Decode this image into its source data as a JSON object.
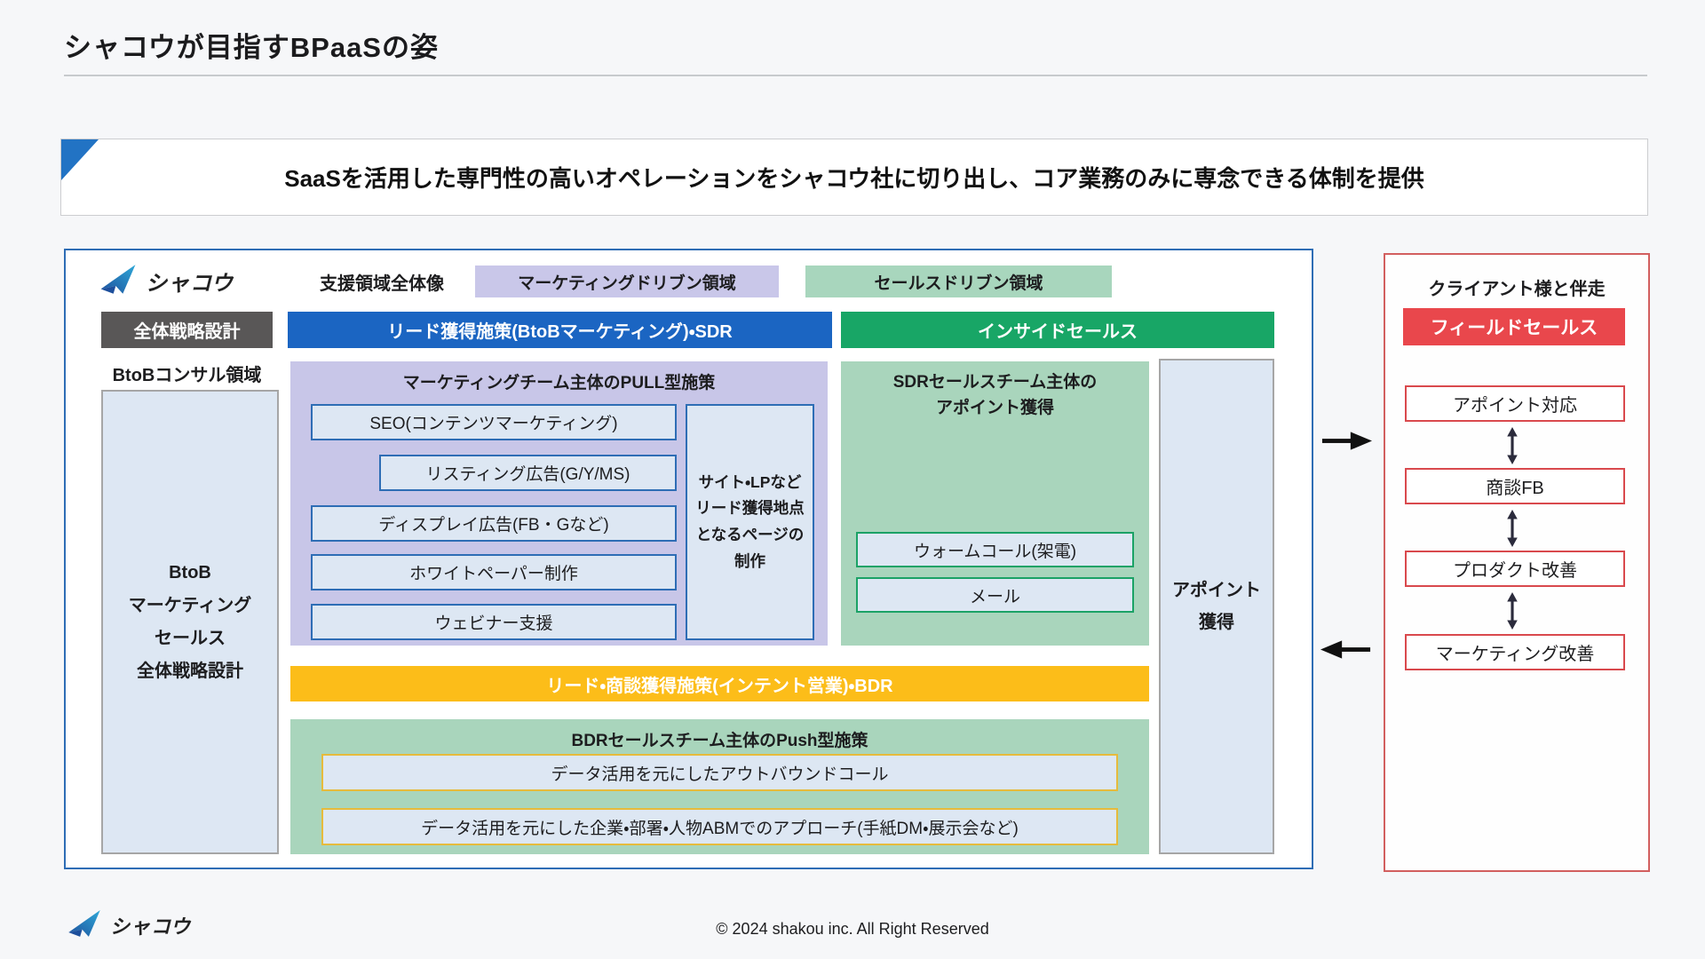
{
  "page": {
    "title": "シャコウが目指すBPaaSの姿",
    "subtitle": "SaaSを活用した専門性の高いオペレーションをシャコウ社に切り出し、コア業務のみに専念できる体制を提供",
    "brand": "シャコウ",
    "footer_copyright": "© 2024 shakou inc. All Right Reserved"
  },
  "colors": {
    "accent_blue": "#1b65c2",
    "accent_green": "#18a666",
    "accent_yellow": "#fcbd19",
    "accent_red": "#e9474c",
    "dark_gray": "#595757",
    "lavender": "#c8c6e8",
    "light_green": "#a9d5bc",
    "light_blue_fill": "#dde7f3",
    "main_border_blue": "#2e6db5",
    "panel_border_red": "#d25f5f"
  },
  "icons": {
    "logo": "paper-plane-icon",
    "flow_right": "arrow-right-icon",
    "flow_left": "arrow-left-icon",
    "between_items": "double-arrow-icon"
  },
  "main": {
    "legend": {
      "label": "支援領域全体像",
      "marketing_area": "マーケティングドリブン領域",
      "sales_area": "セールスドリブン領域"
    },
    "headers": {
      "strategy": "全体戦略設計",
      "lead": "リード獲得施策(BtoBマーケティング)・SDR",
      "inside_sales": "インサイドセールス"
    },
    "consult": {
      "label": "BtoBコンサル領域",
      "box_lines": [
        "BtoB",
        "マーケティング",
        "セールス",
        "全体戦略設計"
      ]
    },
    "pull": {
      "title": "マーケティングチーム主体のPULL型施策",
      "items": [
        "SEO(コンテンツマーケティング)",
        "リスティング広告(G/Y/MS)",
        "ディスプレイ広告(FB・Gなど)",
        "ホワイトペーパー制作",
        "ウェビナー支援"
      ],
      "side_note_lines": [
        "サイト・LPなど",
        "リード獲得地点",
        "となるページの",
        "制作"
      ]
    },
    "sdr": {
      "title_lines": [
        "SDRセールスチーム主体の",
        "アポイント獲得"
      ],
      "items": [
        "ウォームコール(架電)",
        "メール"
      ]
    },
    "appoint_column_lines": [
      "アポイント",
      "獲得"
    ],
    "bdr_bar": "リード・商談獲得施策(インテント営業)・BDR",
    "bdr": {
      "title": "BDRセールスチーム主体のPush型施策",
      "items": [
        "データ活用を元にしたアウトバウンドコール",
        "データ活用を元にした企業・部署・人物ABMでのアプローチ(手紙DM・展示会など)"
      ]
    }
  },
  "right_panel": {
    "title": "クライアント様と伴走",
    "header": "フィールドセールス",
    "items": [
      "アポイント対応",
      "商談FB",
      "プロダクト改善",
      "マーケティング改善"
    ]
  }
}
